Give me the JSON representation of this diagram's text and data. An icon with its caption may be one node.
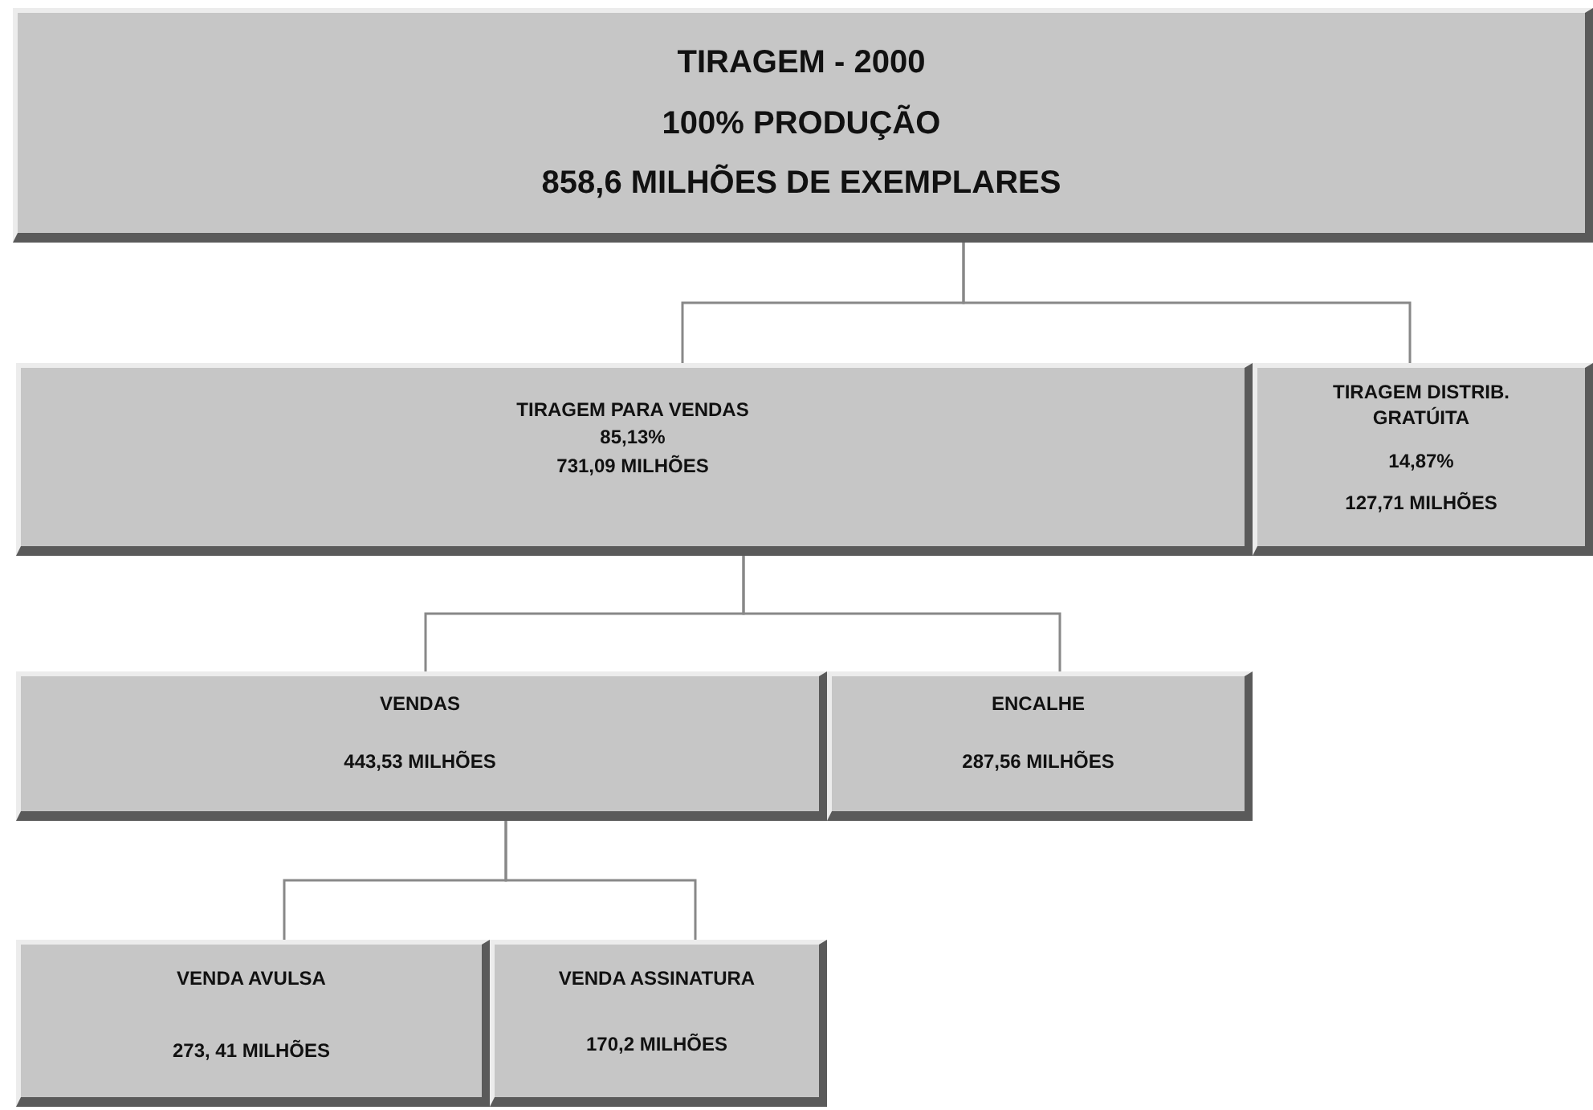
{
  "diagram": {
    "nodes": [
      {
        "text": [
          "TIRAGEM - 2000",
          "100% PRODUÇÃO",
          "858,6 MILHÕES DE EXEMPLARES"
        ]
      },
      {
        "text": [
          "TIRAGEM PARA VENDAS",
          "85,13%",
          "731,09 MILHÕES"
        ]
      },
      {
        "text": [
          "TIRAGEM DISTRIB. GRATÚITA",
          "14,87%",
          "127,71 MILHÕES"
        ]
      },
      {
        "text": [
          "VENDAS",
          "443,53 MILHÕES"
        ]
      },
      {
        "text": [
          "ENCALHE",
          "287,56 MILHÕES"
        ]
      },
      {
        "text": [
          "VENDA AVULSA",
          "273, 41 MILHÕES"
        ]
      },
      {
        "text": [
          "VENDA ASSINATURA",
          "170,2 MILHÕES"
        ]
      }
    ],
    "edges": [
      {
        "from": 0,
        "to": 1,
        "arrow": "none"
      },
      {
        "from": 0,
        "to": 2,
        "arrow": "none"
      },
      {
        "from": 1,
        "to": 3,
        "arrow": "none"
      },
      {
        "from": 1,
        "to": 4,
        "arrow": "none"
      },
      {
        "from": 3,
        "to": 5,
        "arrow": "none"
      },
      {
        "from": 3,
        "to": 6,
        "arrow": "none"
      }
    ]
  }
}
